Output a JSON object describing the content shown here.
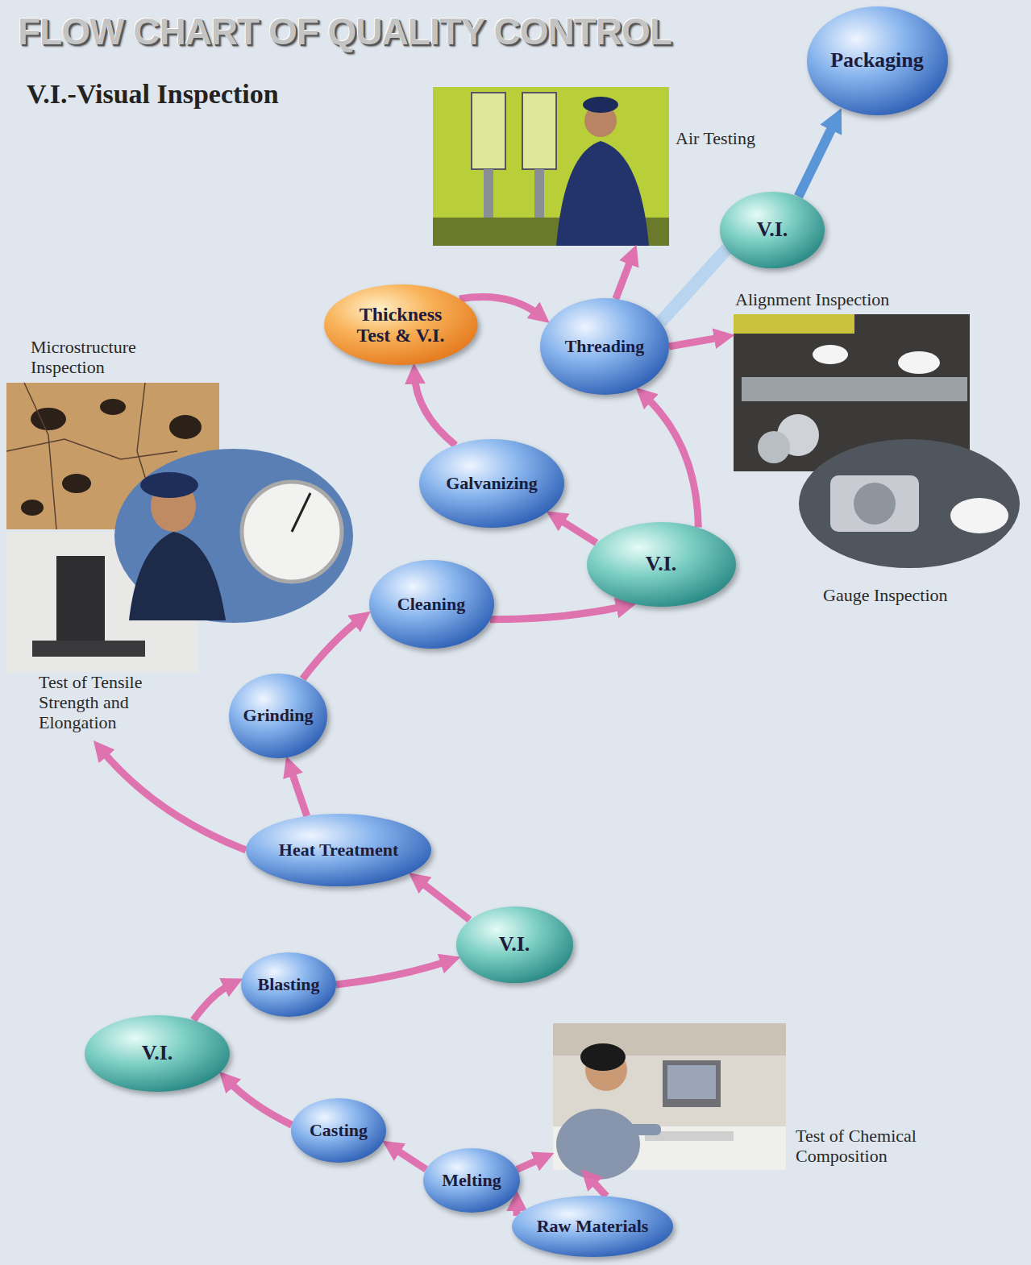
{
  "diagram": {
    "title": "FLOW CHART OF QUALITY CONTROL",
    "nodes": [
      {
        "text": [
          "Raw Materials"
        ]
      },
      {
        "text": [
          "Melting"
        ]
      },
      {
        "text": [
          "Test of Chemical Composition"
        ]
      },
      {
        "text": [
          "Casting"
        ]
      },
      {
        "text": [
          "V.I."
        ]
      },
      {
        "text": [
          "Blasting"
        ]
      },
      {
        "text": [
          "V.I."
        ]
      },
      {
        "text": [
          "Heat Treatment"
        ]
      },
      {
        "text": [
          "Microstructure Inspection",
          "Test of Tensile Strength and Elongation"
        ]
      },
      {
        "text": [
          "Grinding"
        ]
      },
      {
        "text": [
          "Cleaning"
        ]
      },
      {
        "text": [
          "V.I."
        ]
      },
      {
        "text": [
          "Galvanizing"
        ]
      },
      {
        "text": [
          "Thickness Test & V.I."
        ]
      },
      {
        "text": [
          "Threading"
        ]
      },
      {
        "text": [
          "Air Testing"
        ]
      },
      {
        "text": [
          "Alignment Inspection"
        ]
      },
      {
        "text": [
          "Gauge Inspection"
        ]
      },
      {
        "text": [
          "V.I."
        ]
      },
      {
        "text": [
          "Packaging"
        ]
      }
    ],
    "edges": [
      {
        "from": 0,
        "to": 1,
        "arrow": "to"
      },
      {
        "from": 0,
        "to": 2,
        "arrow": "to"
      },
      {
        "from": 1,
        "to": 2,
        "arrow": "to"
      },
      {
        "from": 1,
        "to": 3,
        "arrow": "to"
      },
      {
        "from": 3,
        "to": 4,
        "arrow": "to"
      },
      {
        "from": 4,
        "to": 5,
        "arrow": "to"
      },
      {
        "from": 5,
        "to": 6,
        "arrow": "to"
      },
      {
        "from": 6,
        "to": 7,
        "arrow": "to"
      },
      {
        "from": 7,
        "to": 9,
        "arrow": "to"
      },
      {
        "from": 7,
        "to": 8,
        "arrow": "to"
      },
      {
        "from": 9,
        "to": 10,
        "arrow": "to"
      },
      {
        "from": 10,
        "to": 11,
        "arrow": "to"
      },
      {
        "from": 11,
        "to": 12,
        "arrow": "to"
      },
      {
        "from": 11,
        "to": 14,
        "arrow": "to"
      },
      {
        "from": 12,
        "to": 13,
        "arrow": "to"
      },
      {
        "from": 13,
        "to": 14,
        "arrow": "to"
      },
      {
        "from": 14,
        "to": 15,
        "arrow": "to"
      },
      {
        "from": 14,
        "to": 16,
        "arrow": "to"
      },
      {
        "from": 14,
        "to": 18,
        "arrow": "none"
      },
      {
        "from": 18,
        "to": 19,
        "arrow": "to"
      }
    ],
    "labels": [
      "V.I.-Visual Inspection"
    ]
  }
}
